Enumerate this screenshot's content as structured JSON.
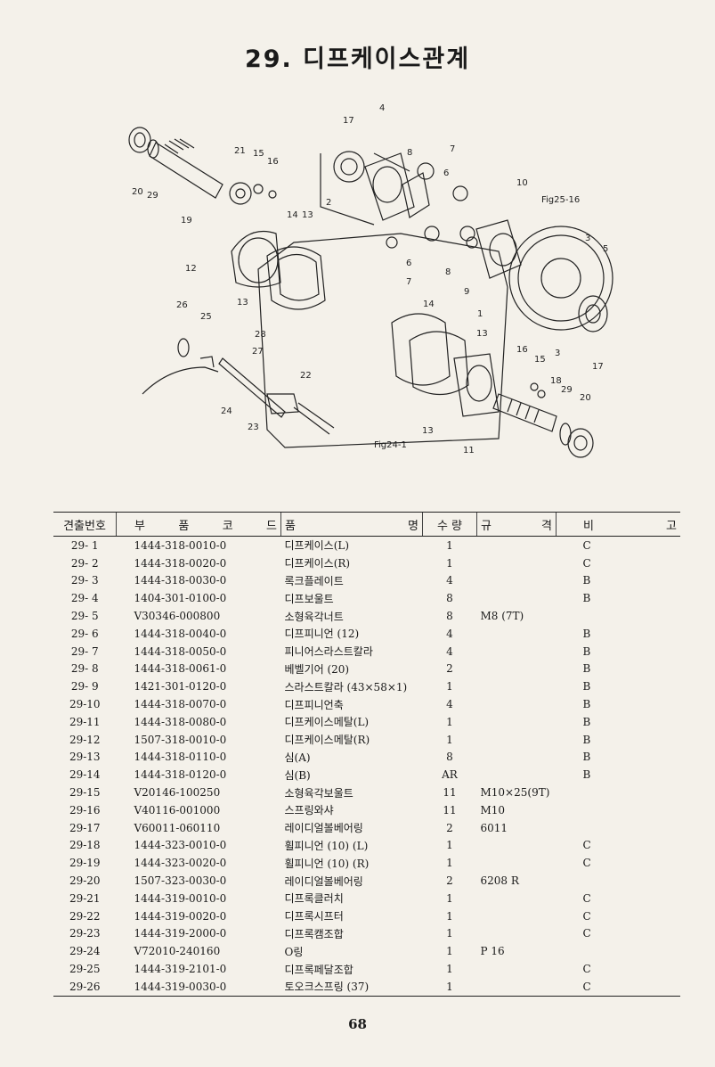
{
  "title": "29. 디프케이스관계",
  "diagram": {
    "labels": [
      "17",
      "4",
      "8",
      "7",
      "6",
      "10",
      "Fig25-16",
      "21",
      "15",
      "16",
      "20",
      "29",
      "19",
      "2",
      "14",
      "13",
      "12",
      "13",
      "3",
      "5",
      "9",
      "1",
      "8",
      "7",
      "6",
      "26",
      "25",
      "28",
      "27",
      "14",
      "13",
      "24",
      "23",
      "22",
      "16",
      "15",
      "18",
      "29",
      "20",
      "3",
      "17",
      "13",
      "11",
      "Fig24-1"
    ]
  },
  "table": {
    "headers": {
      "no": "견출번호",
      "code": [
        "부",
        "품",
        "코",
        "드"
      ],
      "name": [
        "품",
        "명"
      ],
      "qty": "수 량",
      "spec": [
        "규",
        "격"
      ],
      "note": [
        "비",
        "고"
      ]
    },
    "rows": [
      {
        "no": "29- 1",
        "code": "1444-318-0010-0",
        "name": "디프케이스(L)",
        "qty": "1",
        "spec": "",
        "note": "C"
      },
      {
        "no": "29- 2",
        "code": "1444-318-0020-0",
        "name": "디프케이스(R)",
        "qty": "1",
        "spec": "",
        "note": "C"
      },
      {
        "no": "29- 3",
        "code": "1444-318-0030-0",
        "name": "록크플레이트",
        "qty": "4",
        "spec": "",
        "note": "B"
      },
      {
        "no": "29- 4",
        "code": "1404-301-0100-0",
        "name": "디프보울트",
        "qty": "8",
        "spec": "",
        "note": "B"
      },
      {
        "no": "29- 5",
        "code": "V30346-000800",
        "name": "소형육각너트",
        "qty": "8",
        "spec": "M8 (7T)",
        "note": ""
      },
      {
        "no": "29- 6",
        "code": "1444-318-0040-0",
        "name": "디프피니언 (12)",
        "qty": "4",
        "spec": "",
        "note": "B"
      },
      {
        "no": "29- 7",
        "code": "1444-318-0050-0",
        "name": "피니어스라스트칼라",
        "qty": "4",
        "spec": "",
        "note": "B"
      },
      {
        "no": "29- 8",
        "code": "1444-318-0061-0",
        "name": "베벨기어 (20)",
        "qty": "2",
        "spec": "",
        "note": "B"
      },
      {
        "no": "29- 9",
        "code": "1421-301-0120-0",
        "name": "스라스트칼라 (43×58×1)",
        "qty": "1",
        "spec": "",
        "note": "B"
      },
      {
        "no": "29-10",
        "code": "1444-318-0070-0",
        "name": "디프피니언축",
        "qty": "4",
        "spec": "",
        "note": "B"
      },
      {
        "no": "29-11",
        "code": "1444-318-0080-0",
        "name": "디프케이스메탈(L)",
        "qty": "1",
        "spec": "",
        "note": "B"
      },
      {
        "no": "29-12",
        "code": "1507-318-0010-0",
        "name": "디프케이스메탈(R)",
        "qty": "1",
        "spec": "",
        "note": "B"
      },
      {
        "no": "29-13",
        "code": "1444-318-0110-0",
        "name": "심(A)",
        "qty": "8",
        "spec": "",
        "note": "B"
      },
      {
        "no": "29-14",
        "code": "1444-318-0120-0",
        "name": "심(B)",
        "qty": "AR",
        "spec": "",
        "note": "B"
      },
      {
        "no": "29-15",
        "code": "V20146-100250",
        "name": "소형육각보울트",
        "qty": "11",
        "spec": "M10×25(9T)",
        "note": ""
      },
      {
        "no": "29-16",
        "code": "V40116-001000",
        "name": "스프링와샤",
        "qty": "11",
        "spec": "M10",
        "note": ""
      },
      {
        "no": "29-17",
        "code": "V60011-060110",
        "name": "레이디얼볼베어링",
        "qty": "2",
        "spec": "6011",
        "note": ""
      },
      {
        "no": "29-18",
        "code": "1444-323-0010-0",
        "name": "휠피니언 (10) (L)",
        "qty": "1",
        "spec": "",
        "note": "C"
      },
      {
        "no": "29-19",
        "code": "1444-323-0020-0",
        "name": "휠피니언 (10) (R)",
        "qty": "1",
        "spec": "",
        "note": "C"
      },
      {
        "no": "29-20",
        "code": "1507-323-0030-0",
        "name": "레이디얼볼베어링",
        "qty": "2",
        "spec": "6208 R",
        "note": ""
      },
      {
        "no": "29-21",
        "code": "1444-319-0010-0",
        "name": "디프록클러치",
        "qty": "1",
        "spec": "",
        "note": "C"
      },
      {
        "no": "29-22",
        "code": "1444-319-0020-0",
        "name": "디프록시프터",
        "qty": "1",
        "spec": "",
        "note": "C"
      },
      {
        "no": "29-23",
        "code": "1444-319-2000-0",
        "name": "디프록캠조합",
        "qty": "1",
        "spec": "",
        "note": "C"
      },
      {
        "no": "29-24",
        "code": "V72010-240160",
        "name": "O링",
        "qty": "1",
        "spec": "P 16",
        "note": ""
      },
      {
        "no": "29-25",
        "code": "1444-319-2101-0",
        "name": "디프록페달조합",
        "qty": "1",
        "spec": "",
        "note": "C"
      },
      {
        "no": "29-26",
        "code": "1444-319-0030-0",
        "name": "토오크스프링 (37)",
        "qty": "1",
        "spec": "",
        "note": "C"
      }
    ]
  },
  "page_number": "68"
}
